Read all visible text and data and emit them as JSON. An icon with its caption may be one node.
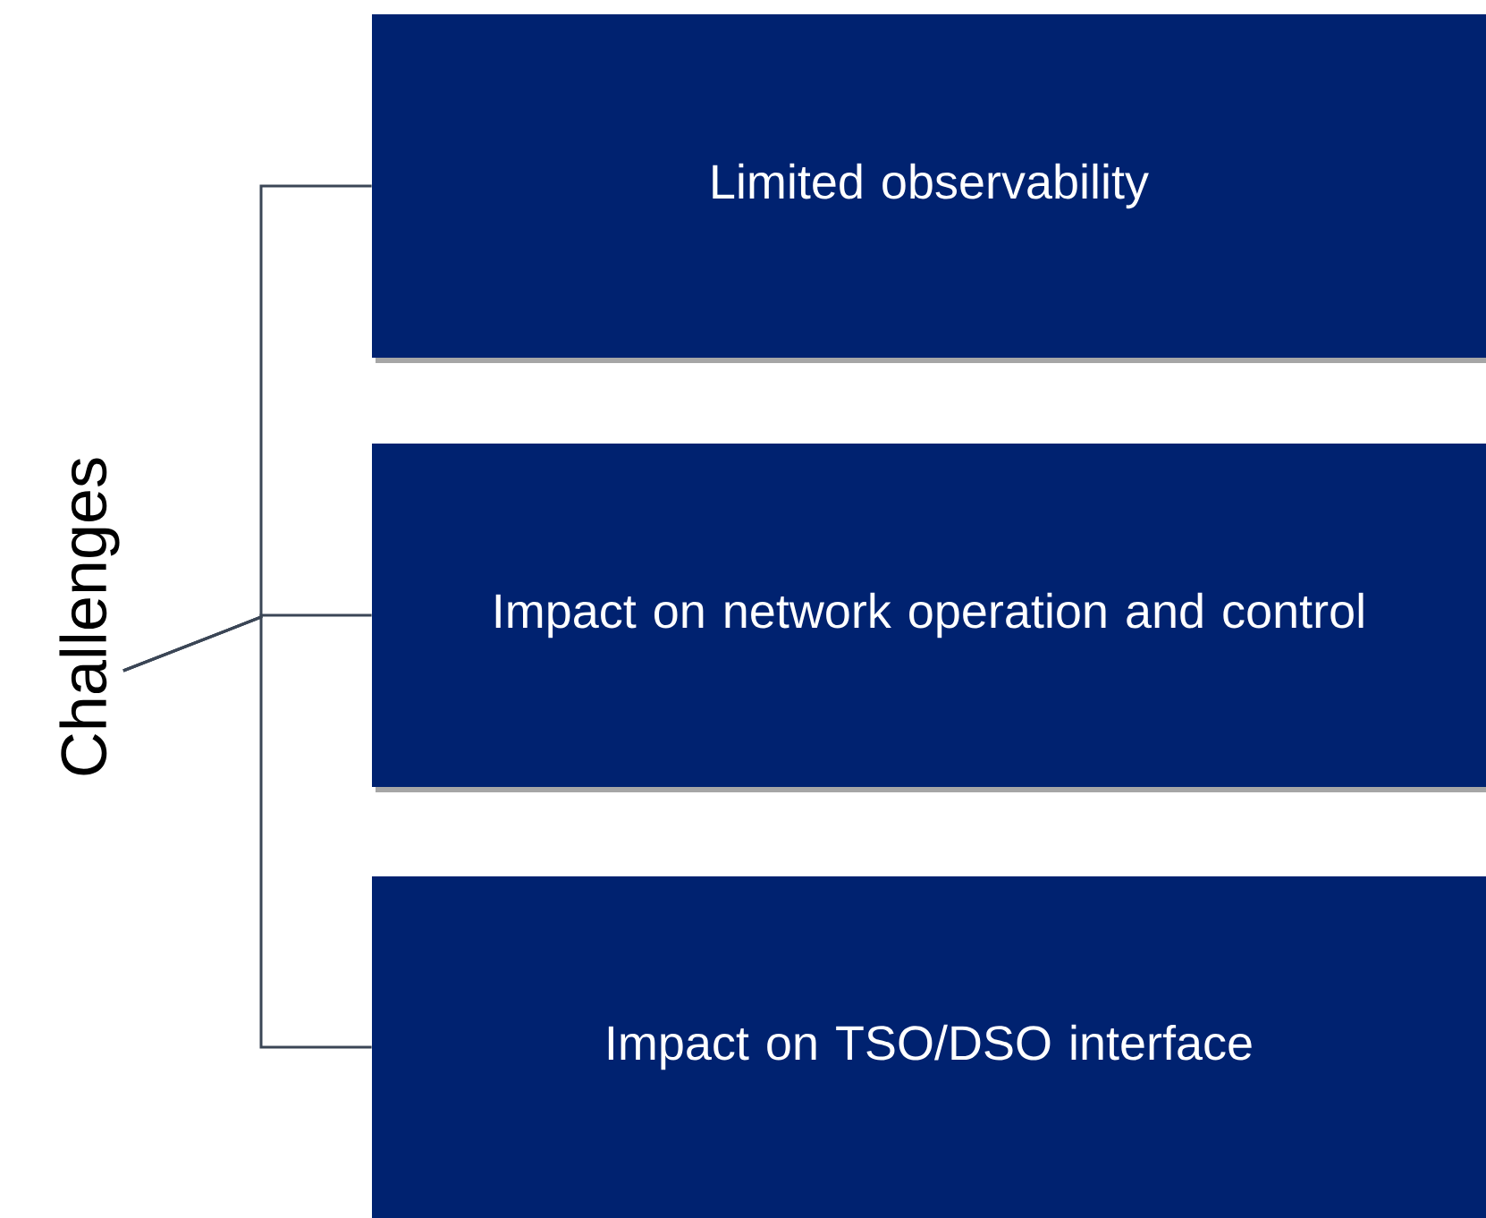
{
  "diagram": {
    "nodes": [
      {
        "text": [
          "Challenges"
        ]
      },
      {
        "text": [
          "Limited observability"
        ]
      },
      {
        "text": [
          "Impact on network operation and control"
        ]
      },
      {
        "text": [
          "Impact on TSO/DSO interface"
        ]
      }
    ],
    "edges": [
      {
        "from": 0,
        "to": 1,
        "arrow": "none"
      },
      {
        "from": 0,
        "to": 2,
        "arrow": "none"
      },
      {
        "from": 0,
        "to": 3,
        "arrow": "none"
      }
    ]
  }
}
